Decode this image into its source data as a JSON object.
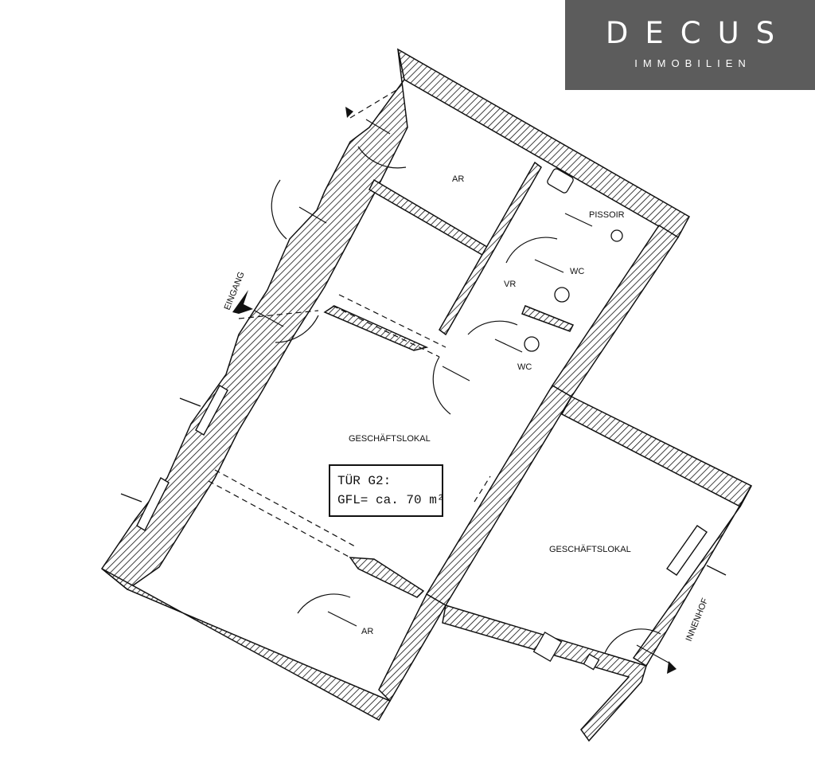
{
  "logo": {
    "name": "DECUS",
    "subtitle": "IMMOBILIEN"
  },
  "rooms": {
    "ar_top": "AR",
    "pissoir": "PISSOIR",
    "wc_upper": "WC",
    "vr": "VR",
    "wc_lower": "WC",
    "geschaeftslokal_main": "GESCHÄFTSLOKAL",
    "geschaeftslokal_right": "GESCHÄFTSLOKAL",
    "ar_bottom": "AR"
  },
  "entrance_label": "EINGANG",
  "courtyard_label": "INNENHOF",
  "info_box": {
    "line1": "TÜR G2:",
    "line2": "GFL= ca. 70 m²"
  },
  "colors": {
    "logo_bg": "#5c5c5c",
    "wall_line": "#111111"
  }
}
